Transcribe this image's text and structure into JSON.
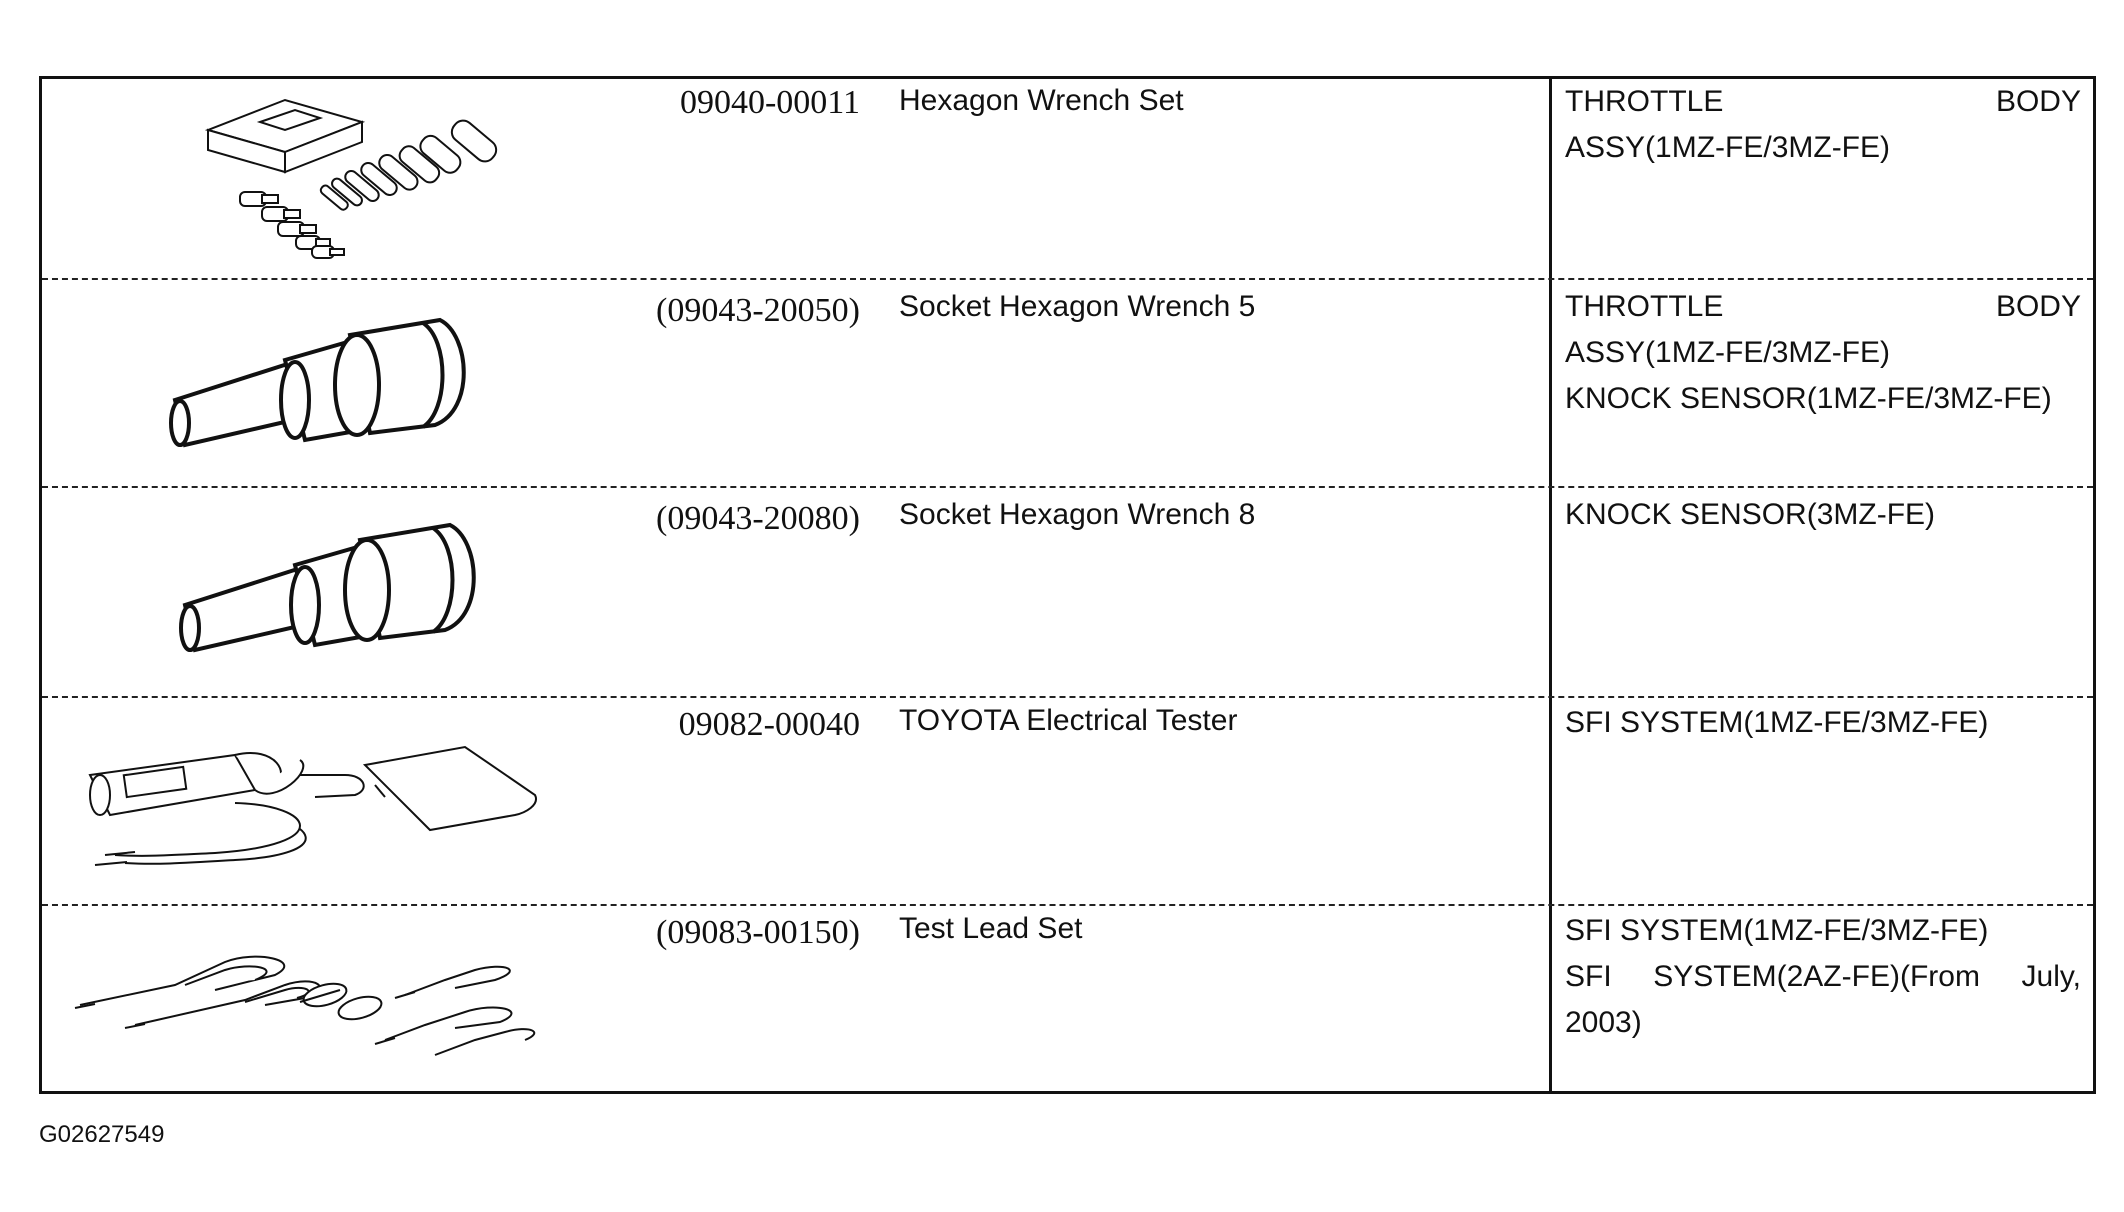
{
  "rows": [
    {
      "part_no": "09040-00011",
      "name": "Hexagon Wrench Set",
      "usage": [
        "THROTTLE BODY",
        "ASSY(1MZ-FE/3MZ-FE)"
      ],
      "icon": "hexagon-wrench-set-illustration"
    },
    {
      "part_no": "(09043-20050)",
      "name": "Socket Hexagon Wrench 5",
      "usage": [
        "THROTTLE BODY",
        "ASSY(1MZ-FE/3MZ-FE)",
        "KNOCK SENSOR(1MZ-FE/3MZ-FE)"
      ],
      "icon": "socket-hexagon-wrench-illustration"
    },
    {
      "part_no": "(09043-20080)",
      "name": "Socket Hexagon Wrench 8",
      "usage": [
        "KNOCK SENSOR(3MZ-FE)"
      ],
      "icon": "socket-hexagon-wrench-illustration"
    },
    {
      "part_no": "09082-00040",
      "name": "TOYOTA Electrical Tester",
      "usage": [
        "SFI SYSTEM(1MZ-FE/3MZ-FE)"
      ],
      "icon": "electrical-tester-illustration"
    },
    {
      "part_no": "(09083-00150)",
      "name": "Test Lead Set",
      "usage": [
        "SFI SYSTEM(1MZ-FE/3MZ-FE)",
        "SFI SYSTEM(2AZ-FE)(From July,",
        "2003)"
      ],
      "icon": "test-lead-set-illustration"
    }
  ],
  "footer_code": "G02627549"
}
